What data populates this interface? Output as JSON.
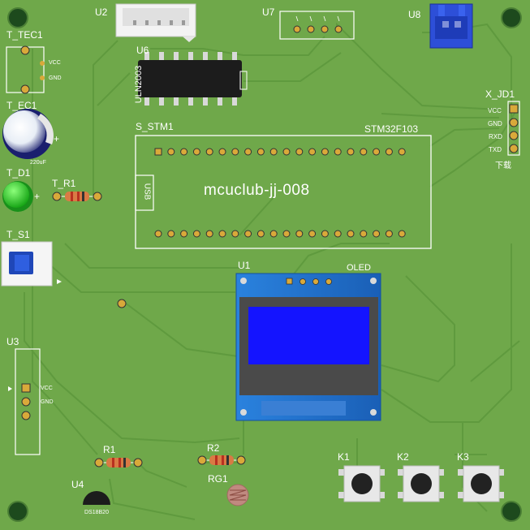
{
  "board": {
    "colors": {
      "pcb": "#6fa84a",
      "trace": "#5f9a3e",
      "silkscreen": "#ffffff",
      "pad": "#d9a93a",
      "oled_frame": "#1f6fc8",
      "oled_screen": "#1414ff",
      "oled_bezel": "#4a4a4a",
      "ic_body": "#1c1c1c",
      "usb_connector": "#2d4fd8",
      "led": "#20c820",
      "capacitor": "#1a1f6e",
      "switch": "#1f47b8"
    },
    "icons": [
      "mounting-hole-icon",
      "ic-chip-icon",
      "connector-icon",
      "capacitor-icon",
      "led-icon",
      "resistor-icon",
      "button-icon",
      "oled-icon",
      "transistor-icon",
      "ldr-icon"
    ]
  },
  "labels": {
    "u2": "U2",
    "u7": "U7",
    "u8": "U8",
    "u6": "U6",
    "uln": "ULN2003",
    "t_tec1": "T_TEC1",
    "t_ec1": "T_EC1",
    "cap_value": "220uF",
    "t_d1": "T_D1",
    "t_r1": "T_R1",
    "t_s1": "T_S1",
    "s_stm1": "S_STM1",
    "stm32": "STM32F103",
    "mcu_text": "mcuclub-jj-008",
    "usb": "USB",
    "x_jd1": "X_JD1",
    "u1": "U1",
    "oled": "OLED",
    "u3": "U3",
    "r1": "R1",
    "r2": "R2",
    "rg1": "RG1",
    "u4": "U4",
    "k1": "K1",
    "k2": "K2",
    "k3": "K3",
    "vcc": "VCC",
    "gnd": "GND",
    "rxd": "RXD",
    "txd": "TXD",
    "download": "下载",
    "plus1": "+",
    "plus2": "+",
    "u4_part": "DS18B20"
  }
}
